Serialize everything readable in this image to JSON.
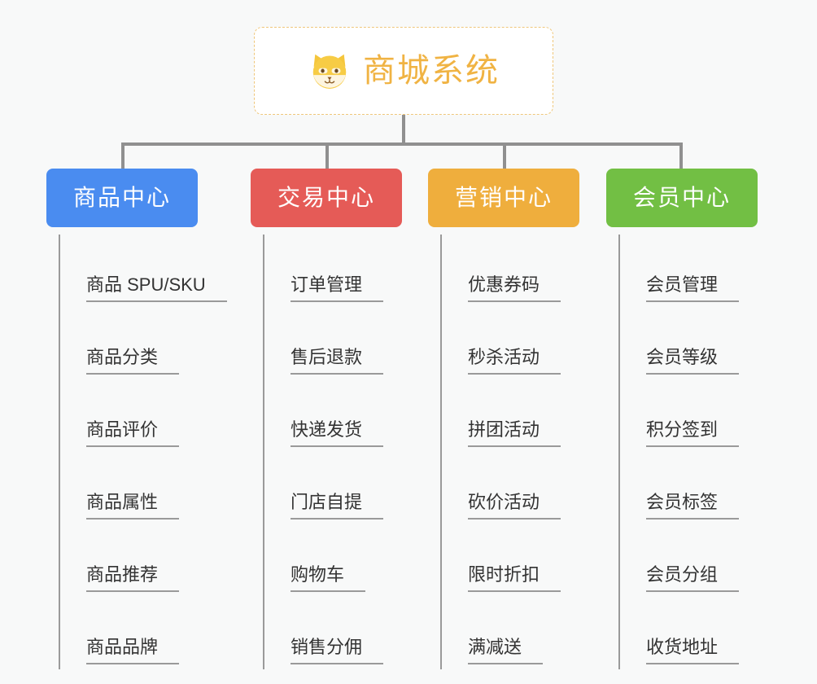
{
  "diagram": {
    "type": "org-chart",
    "background_color": "#F8F9F9",
    "connector_color": "#909090",
    "root": {
      "title": "商城系统",
      "icon": "shiba-dog-face-icon",
      "text_color": "#F0B343",
      "border_color": "#EFC77B",
      "background_color": "#FFFFFF"
    },
    "columns": [
      {
        "id": "product-center",
        "label": "商品中心",
        "color": "#4A8CF0",
        "items": [
          "商品 SPU/SKU",
          "商品分类",
          "商品评价",
          "商品属性",
          "商品推荐",
          "商品品牌"
        ]
      },
      {
        "id": "trade-center",
        "label": "交易中心",
        "color": "#E55B57",
        "items": [
          "订单管理",
          "售后退款",
          "快递发货",
          "门店自提",
          "购物车",
          "销售分佣"
        ]
      },
      {
        "id": "marketing-center",
        "label": "营销中心",
        "color": "#EFAE3D",
        "items": [
          "优惠券码",
          "秒杀活动",
          "拼团活动",
          "砍价活动",
          "限时折扣",
          "满减送"
        ]
      },
      {
        "id": "member-center",
        "label": "会员中心",
        "color": "#72BF44",
        "items": [
          "会员管理",
          "会员等级",
          "积分签到",
          "会员标签",
          "会员分组",
          "收货地址"
        ]
      }
    ]
  }
}
